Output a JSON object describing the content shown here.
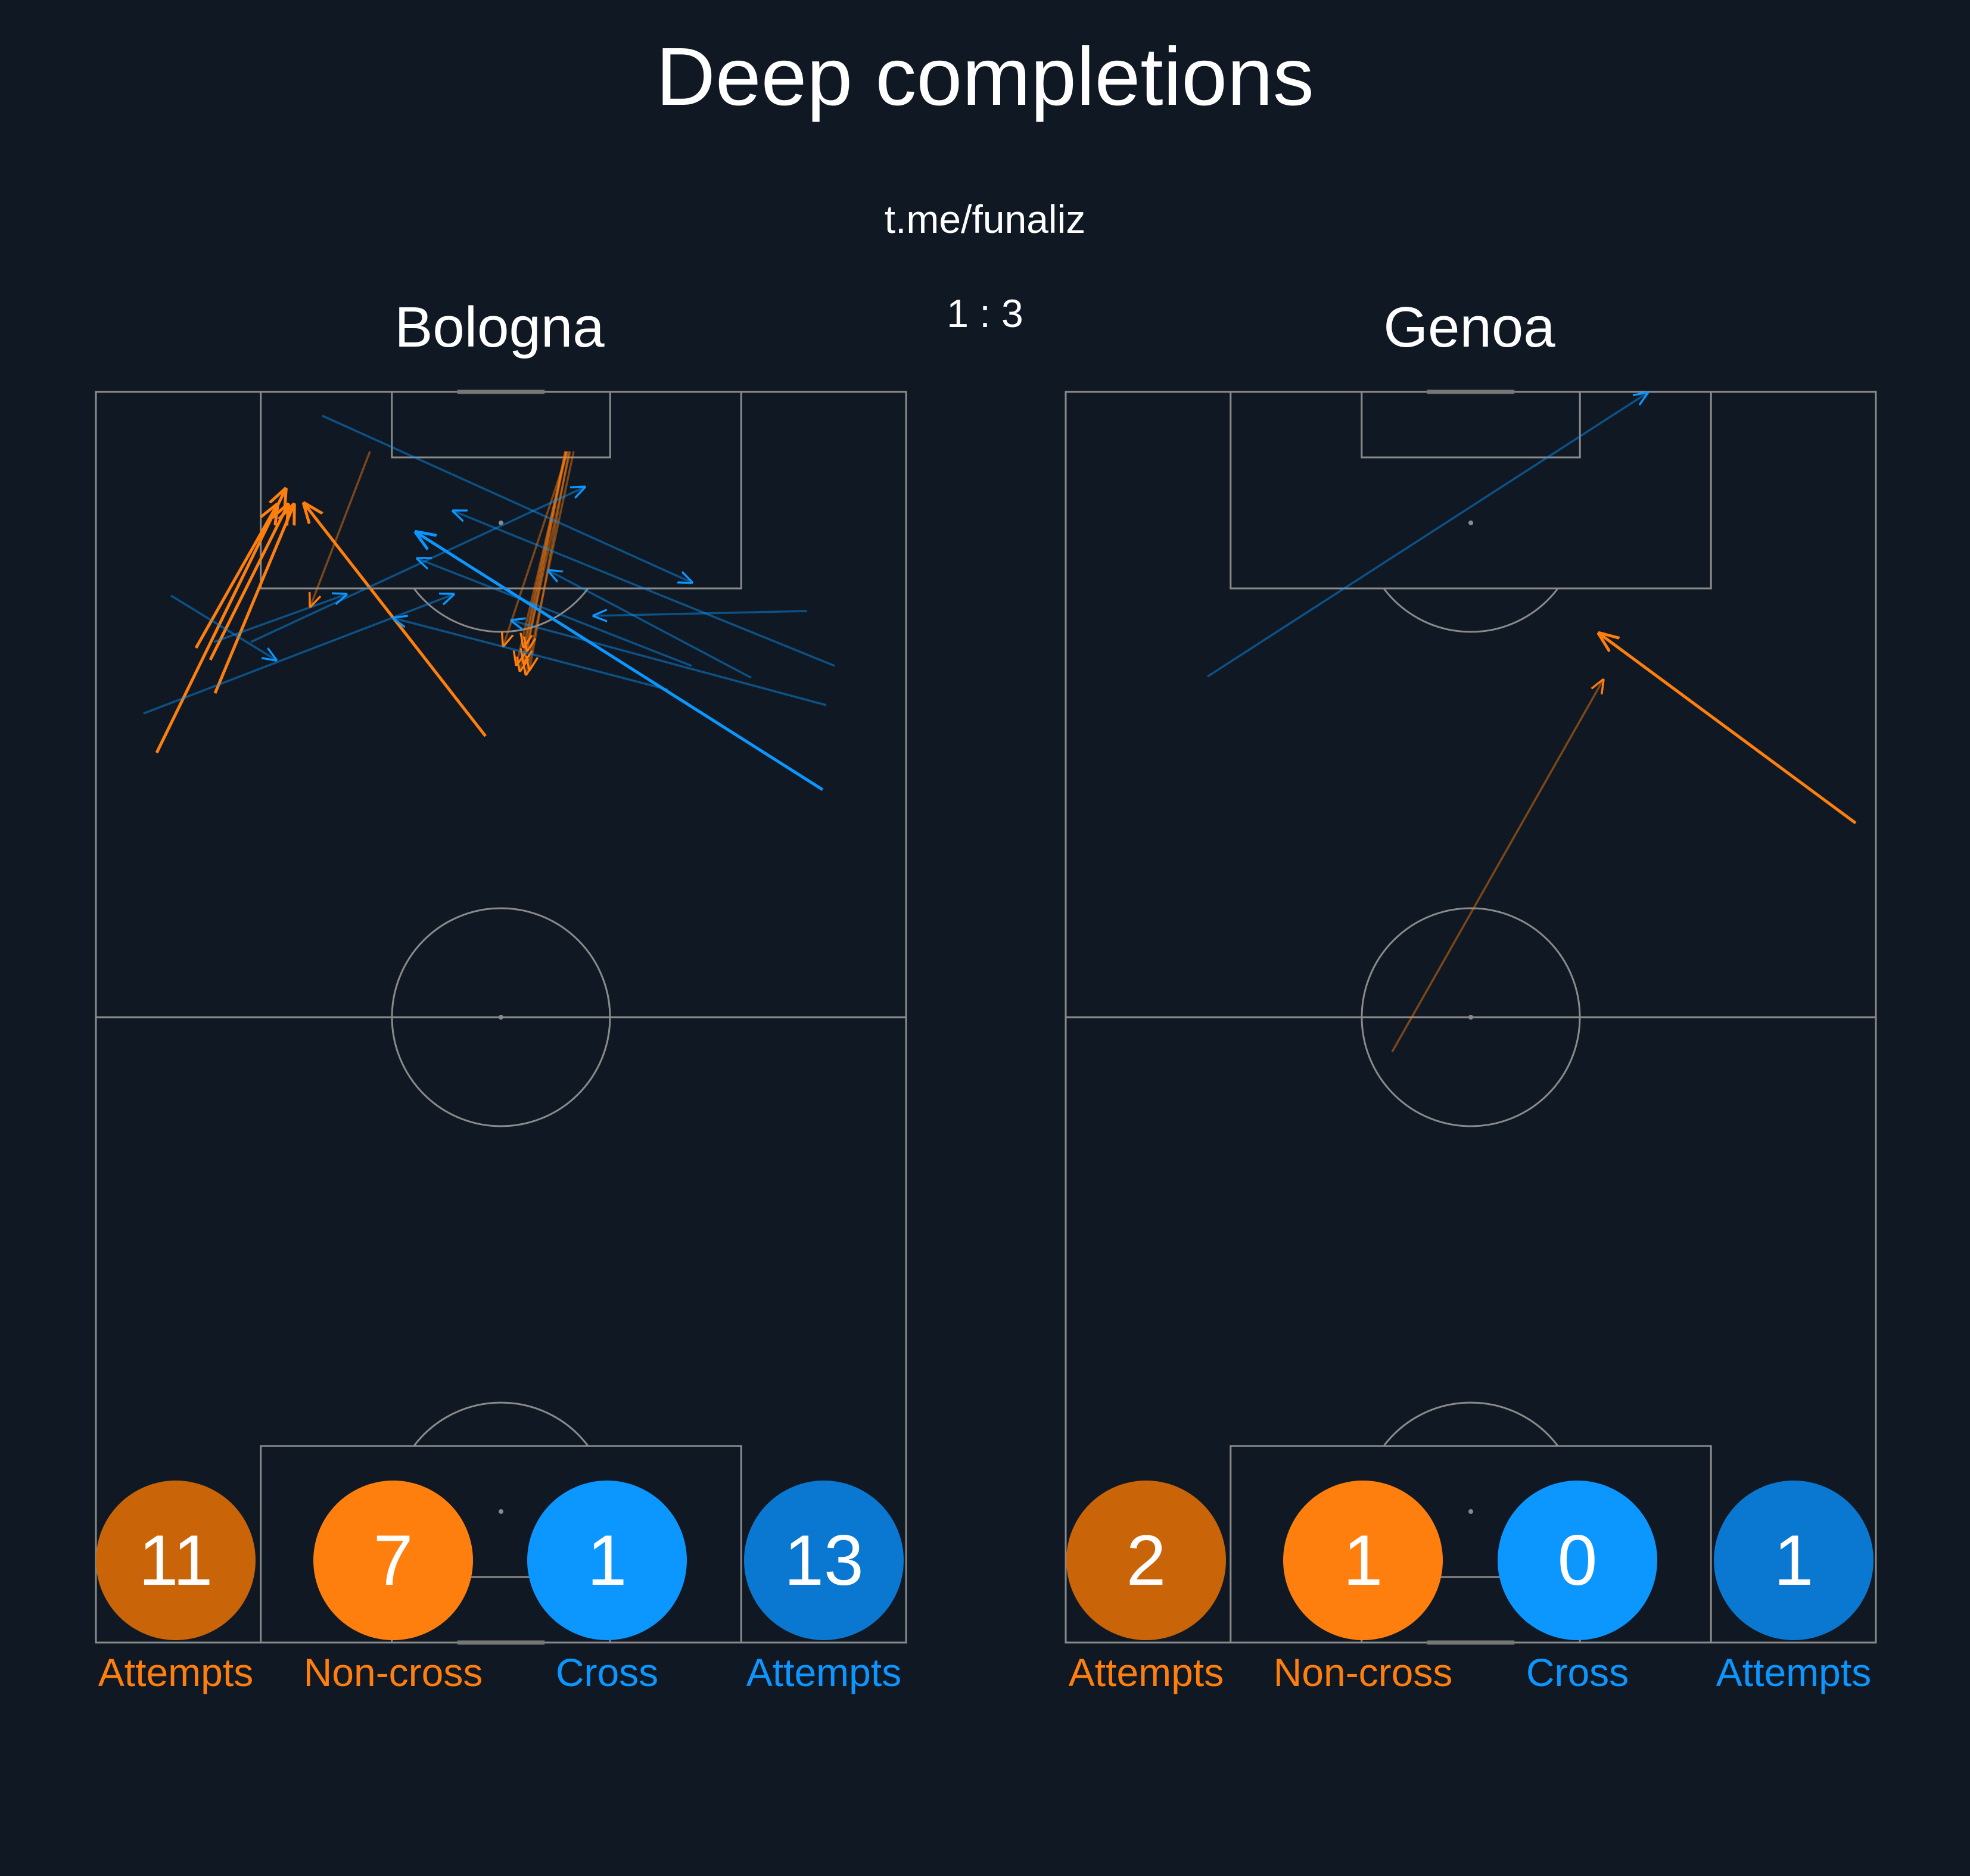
{
  "title": "Deep completions",
  "subtitle": "t.me/funaliz",
  "score": "1 : 3",
  "colors": {
    "background": "#101923",
    "pitch_lines": "#8a8a8a",
    "noncross": "#ff7f0e",
    "noncross_attempt": "#c96408",
    "cross": "#0c96ff",
    "cross_attempt": "#0a78d0"
  },
  "teams": [
    {
      "name": "Bologna",
      "stats": [
        {
          "value": "11",
          "label": "Attempts",
          "kind": "noncross_attempt"
        },
        {
          "value": "7",
          "label": "Non-cross",
          "kind": "noncross"
        },
        {
          "value": "1",
          "label": "Cross",
          "kind": "cross"
        },
        {
          "value": "13",
          "label": "Attempts",
          "kind": "cross_attempt"
        }
      ]
    },
    {
      "name": "Genoa",
      "stats": [
        {
          "value": "2",
          "label": "Attempts",
          "kind": "noncross_attempt"
        },
        {
          "value": "1",
          "label": "Non-cross",
          "kind": "noncross"
        },
        {
          "value": "0",
          "label": "Cross",
          "kind": "cross"
        },
        {
          "value": "1",
          "label": "Attempts",
          "kind": "cross_attempt"
        }
      ]
    }
  ],
  "chart_data": {
    "type": "scatter",
    "pitch": {
      "x_range": [
        0,
        68
      ],
      "y_range": [
        0,
        105
      ],
      "attacking_direction": "up"
    },
    "teams": [
      {
        "name": "Bologna",
        "passes": [
          {
            "x1": 5.1,
            "y1": 74.7,
            "x2": 15.9,
            "y2": 96.8,
            "type": "noncross",
            "completed": true
          },
          {
            "x1": 8.4,
            "y1": 83.5,
            "x2": 15.2,
            "y2": 95.5,
            "type": "noncross",
            "completed": true
          },
          {
            "x1": 9.6,
            "y1": 82.5,
            "x2": 16.1,
            "y2": 95.5,
            "type": "noncross",
            "completed": true
          },
          {
            "x1": 10.0,
            "y1": 79.7,
            "x2": 16.6,
            "y2": 95.5,
            "type": "noncross",
            "completed": true
          },
          {
            "x1": 32.7,
            "y1": 76.1,
            "x2": 17.5,
            "y2": 95.6,
            "type": "noncross",
            "completed": true
          },
          {
            "x1": 40.1,
            "y1": 100.0,
            "x2": 36.1,
            "y2": 81.3,
            "type": "noncross",
            "completed": false
          },
          {
            "x1": 39.4,
            "y1": 100.0,
            "x2": 35.9,
            "y2": 83.6,
            "type": "noncross",
            "completed": false
          },
          {
            "x1": 39.4,
            "y1": 100.0,
            "x2": 36.2,
            "y2": 83.3,
            "type": "noncross",
            "completed": false
          },
          {
            "x1": 39.5,
            "y1": 100.0,
            "x2": 35.3,
            "y2": 82.1,
            "type": "noncross",
            "completed": false
          },
          {
            "x1": 39.5,
            "y1": 100.0,
            "x2": 35.6,
            "y2": 81.6,
            "type": "noncross",
            "completed": false
          },
          {
            "x1": 39.7,
            "y1": 100.0,
            "x2": 36.4,
            "y2": 81.7,
            "type": "noncross",
            "completed": false
          },
          {
            "x1": 39.6,
            "y1": 100.0,
            "x2": 34.2,
            "y2": 83.7,
            "type": "noncross",
            "completed": false
          },
          {
            "x1": 39.8,
            "y1": 100.0,
            "x2": 35.9,
            "y2": 82.3,
            "type": "noncross",
            "completed": false
          },
          {
            "x1": 61.0,
            "y1": 71.6,
            "x2": 26.9,
            "y2": 93.2,
            "type": "cross",
            "completed": true
          },
          {
            "x1": 61.3,
            "y1": 78.7,
            "x2": 34.9,
            "y2": 85.8,
            "type": "cross",
            "completed": false
          },
          {
            "x1": 59.7,
            "y1": 86.6,
            "x2": 41.8,
            "y2": 86.2,
            "type": "cross",
            "completed": false
          },
          {
            "x1": 6.3,
            "y1": 87.9,
            "x2": 15.1,
            "y2": 82.5,
            "type": "cross",
            "completed": false
          },
          {
            "x1": 9.9,
            "y1": 84.0,
            "x2": 21.0,
            "y2": 88.0,
            "type": "cross",
            "completed": false
          },
          {
            "x1": 4.0,
            "y1": 78.0,
            "x2": 30.0,
            "y2": 88.0,
            "type": "cross",
            "completed": false
          },
          {
            "x1": 13.0,
            "y1": 84.0,
            "x2": 41.0,
            "y2": 97.0,
            "type": "cross",
            "completed": false
          },
          {
            "x1": 23.0,
            "y1": 100.0,
            "x2": 18.0,
            "y2": 87.0,
            "type": "noncross",
            "completed": false
          },
          {
            "x1": 19.0,
            "y1": 103.0,
            "x2": 50.0,
            "y2": 89.0,
            "type": "cross",
            "completed": false
          },
          {
            "x1": 62.0,
            "y1": 82.0,
            "x2": 30.0,
            "y2": 95.0,
            "type": "cross",
            "completed": false
          },
          {
            "x1": 50.0,
            "y1": 82.0,
            "x2": 27.0,
            "y2": 91.0,
            "type": "cross",
            "completed": false
          },
          {
            "x1": 48.0,
            "y1": 80.0,
            "x2": 25.0,
            "y2": 86.0,
            "type": "cross",
            "completed": false
          },
          {
            "x1": 55.0,
            "y1": 81.0,
            "x2": 38.0,
            "y2": 90.0,
            "type": "cross",
            "completed": false
          }
        ]
      },
      {
        "name": "Genoa",
        "passes": [
          {
            "x1": 66.3,
            "y1": 68.8,
            "x2": 44.8,
            "y2": 84.7,
            "type": "noncross",
            "completed": true
          },
          {
            "x1": 27.4,
            "y1": 49.6,
            "x2": 45.1,
            "y2": 80.8,
            "type": "noncross",
            "completed": false
          },
          {
            "x1": 11.9,
            "y1": 81.1,
            "x2": 48.8,
            "y2": 104.9,
            "type": "cross",
            "completed": false
          }
        ]
      }
    ]
  }
}
